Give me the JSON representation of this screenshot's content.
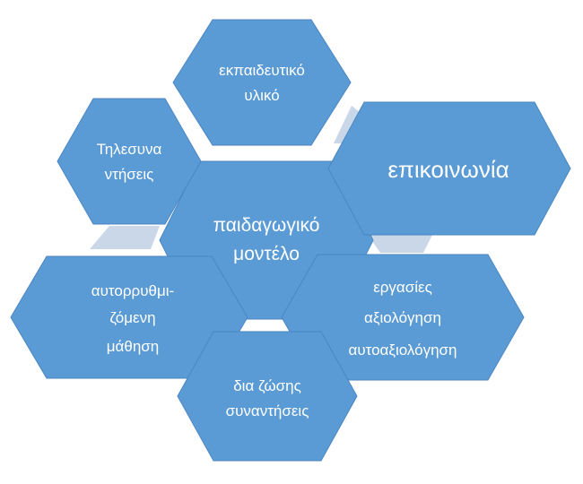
{
  "colors": {
    "hex_fill": "#5b9bd5",
    "hex_stroke": "#4a86c2",
    "connector": "#c9d7e8",
    "text": "#ffffff"
  },
  "hexagons": {
    "center": {
      "lines": [
        "παιδαγωγικό",
        "μοντέλο"
      ]
    },
    "top": {
      "lines": [
        "εκπαιδευτικό",
        "υλικό"
      ]
    },
    "top_left": {
      "lines": [
        "Τηλεσυνα",
        "ντήσεις"
      ]
    },
    "right": {
      "lines": [
        "επικοινωνία"
      ]
    },
    "bottom_left": {
      "lines": [
        "αυτορρυθμι-",
        "ζόμενη",
        "μάθηση"
      ]
    },
    "bottom_right": {
      "lines": [
        "εργασίες",
        "αξιολόγηση",
        "αυτοαξιολόγηση"
      ]
    },
    "bottom": {
      "lines": [
        "δια ζώσης",
        "συναντήσεις"
      ]
    }
  }
}
